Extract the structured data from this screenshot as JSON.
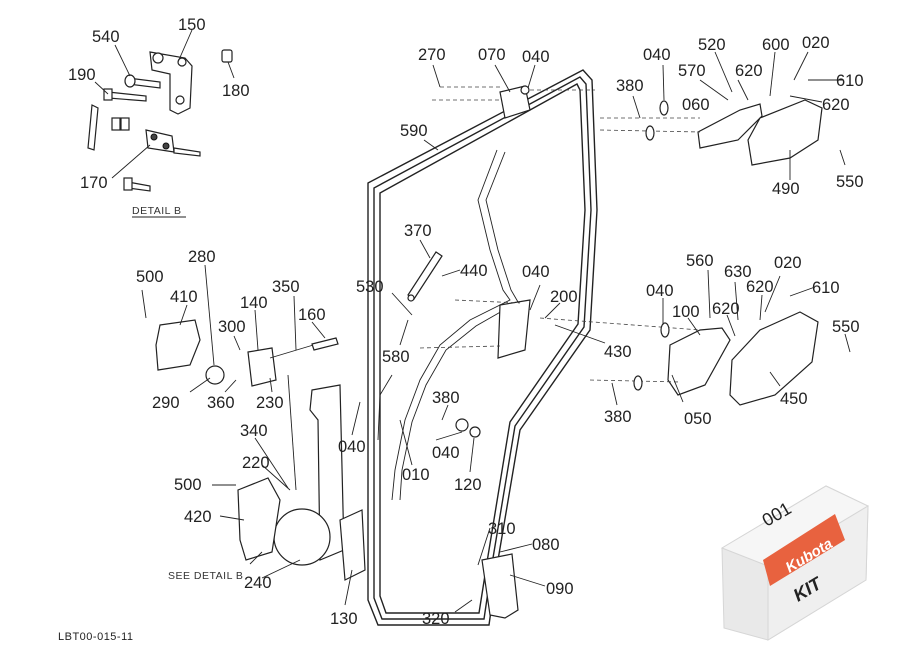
{
  "diagram": {
    "callouts": [
      {
        "id": "c540a",
        "text": "540"
      },
      {
        "id": "c150",
        "text": "150"
      },
      {
        "id": "c190",
        "text": "190"
      },
      {
        "id": "c180",
        "text": "180"
      },
      {
        "id": "c170",
        "text": "170"
      },
      {
        "id": "c270",
        "text": "270"
      },
      {
        "id": "c070",
        "text": "070"
      },
      {
        "id": "c040a",
        "text": "040"
      },
      {
        "id": "c590",
        "text": "590"
      },
      {
        "id": "c040b",
        "text": "040"
      },
      {
        "id": "c520",
        "text": "520"
      },
      {
        "id": "c600",
        "text": "600"
      },
      {
        "id": "c020a",
        "text": "020"
      },
      {
        "id": "c380a",
        "text": "380"
      },
      {
        "id": "c570",
        "text": "570"
      },
      {
        "id": "c620a",
        "text": "620"
      },
      {
        "id": "c610a",
        "text": "610"
      },
      {
        "id": "c060",
        "text": "060"
      },
      {
        "id": "c620b",
        "text": "620"
      },
      {
        "id": "c490",
        "text": "490"
      },
      {
        "id": "c550a",
        "text": "550"
      },
      {
        "id": "c370",
        "text": "370"
      },
      {
        "id": "c440",
        "text": "440"
      },
      {
        "id": "c040c",
        "text": "040"
      },
      {
        "id": "c560",
        "text": "560"
      },
      {
        "id": "c630",
        "text": "630"
      },
      {
        "id": "c020b",
        "text": "020"
      },
      {
        "id": "c620c",
        "text": "620"
      },
      {
        "id": "c610b",
        "text": "610"
      },
      {
        "id": "c530",
        "text": "530"
      },
      {
        "id": "c200",
        "text": "200"
      },
      {
        "id": "c040d",
        "text": "040"
      },
      {
        "id": "c100",
        "text": "100"
      },
      {
        "id": "c620d",
        "text": "620"
      },
      {
        "id": "c550b",
        "text": "550"
      },
      {
        "id": "c430",
        "text": "430"
      },
      {
        "id": "c580",
        "text": "580"
      },
      {
        "id": "c380b",
        "text": "380"
      },
      {
        "id": "c050",
        "text": "050"
      },
      {
        "id": "c450",
        "text": "450"
      },
      {
        "id": "c500a",
        "text": "500"
      },
      {
        "id": "c280",
        "text": "280"
      },
      {
        "id": "c410",
        "text": "410"
      },
      {
        "id": "c140",
        "text": "140"
      },
      {
        "id": "c350",
        "text": "350"
      },
      {
        "id": "c160",
        "text": "160"
      },
      {
        "id": "c300",
        "text": "300"
      },
      {
        "id": "c290",
        "text": "290"
      },
      {
        "id": "c360",
        "text": "360"
      },
      {
        "id": "c230",
        "text": "230"
      },
      {
        "id": "c380c",
        "text": "380"
      },
      {
        "id": "c040e",
        "text": "040"
      },
      {
        "id": "c340",
        "text": "340"
      },
      {
        "id": "c040f",
        "text": "040"
      },
      {
        "id": "c010",
        "text": "010"
      },
      {
        "id": "c220",
        "text": "220"
      },
      {
        "id": "c120",
        "text": "120"
      },
      {
        "id": "c500b",
        "text": "500"
      },
      {
        "id": "c420",
        "text": "420"
      },
      {
        "id": "c310",
        "text": "310"
      },
      {
        "id": "c080",
        "text": "080"
      },
      {
        "id": "c240",
        "text": "240"
      },
      {
        "id": "c090",
        "text": "090"
      },
      {
        "id": "c130",
        "text": "130"
      },
      {
        "id": "c320",
        "text": "320"
      }
    ],
    "detail_label": "DETAIL  B",
    "see_detail_label": "SEE DETAIL  B",
    "drawing_code": "LBT00-015-11",
    "kit_box": {
      "number": "001",
      "brand": "Kubota",
      "label": "KIT",
      "brand_color": "#e8623f"
    }
  }
}
